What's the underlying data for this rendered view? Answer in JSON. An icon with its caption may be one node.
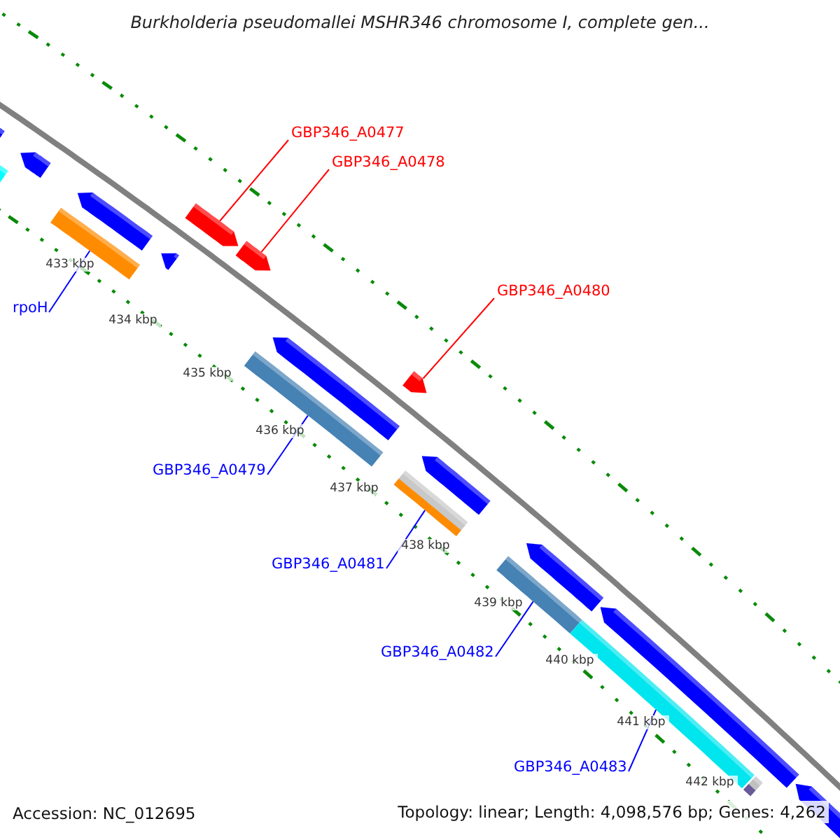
{
  "diagram": {
    "title": "Burkholderia pseudomallei MSHR346 chromosome I, complete gen...",
    "nodes": [
      {
        "text": [
          "GBP346_A0477"
        ]
      },
      {
        "text": [
          "GBP346_A0478"
        ]
      },
      {
        "text": [
          "rpoH"
        ]
      },
      {
        "text": [
          "GBP346_A0480"
        ]
      },
      {
        "text": [
          "GBP346_A0479"
        ]
      },
      {
        "text": [
          "GBP346_A0481"
        ]
      },
      {
        "text": [
          "GBP346_A0482"
        ]
      },
      {
        "text": [
          "GBP346_A0483"
        ]
      },
      {
        "text": [],
        "shape": "bar"
      },
      {
        "text": [],
        "shape": "bar"
      },
      {
        "text": [],
        "shape": "bar"
      },
      {
        "text": [],
        "shape": "bar"
      },
      {
        "text": [],
        "shape": "bar"
      },
      {
        "text": [],
        "shape": "bar"
      },
      {
        "text": [],
        "shape": "bar"
      },
      {
        "text": [],
        "shape": "bar"
      },
      {
        "text": [],
        "shape": "bar"
      },
      {
        "text": [],
        "shape": "bar"
      },
      {
        "text": [],
        "shape": "bar"
      },
      {
        "text": [],
        "shape": "bar"
      },
      {
        "text": [],
        "shape": "bar"
      },
      {
        "text": [],
        "shape": "bar"
      },
      {
        "text": [],
        "shape": "bar"
      },
      {
        "text": [],
        "shape": "bar"
      },
      {
        "text": [],
        "shape": "bar"
      },
      {
        "text": [],
        "shape": "bar"
      },
      {
        "text": [],
        "shape": "bar"
      }
    ],
    "edges": [
      {
        "from": 0,
        "to": 8,
        "arrow": "none",
        "color": "#ff0000"
      },
      {
        "from": 1,
        "to": 9,
        "arrow": "none",
        "color": "#ff0000"
      },
      {
        "from": 2,
        "to": 10,
        "arrow": "none"
      },
      {
        "from": 3,
        "to": 11,
        "arrow": "none",
        "color": "#ff0000"
      },
      {
        "from": 4,
        "to": 12,
        "arrow": "none"
      },
      {
        "from": 5,
        "to": 13,
        "arrow": "none"
      },
      {
        "from": 6,
        "to": 14,
        "arrow": "none"
      },
      {
        "from": 7,
        "to": 15,
        "arrow": "none"
      }
    ],
    "labels": [
      "433 kbp",
      "434 kbp",
      "435 kbp",
      "436 kbp",
      "437 kbp",
      "438 kbp",
      "439 kbp",
      "440 kbp",
      "441 kbp",
      "442 kbp",
      "Accession: NC_012695",
      "Topology: linear; Length: 4,098,576 bp; Genes: 4,262"
    ]
  }
}
